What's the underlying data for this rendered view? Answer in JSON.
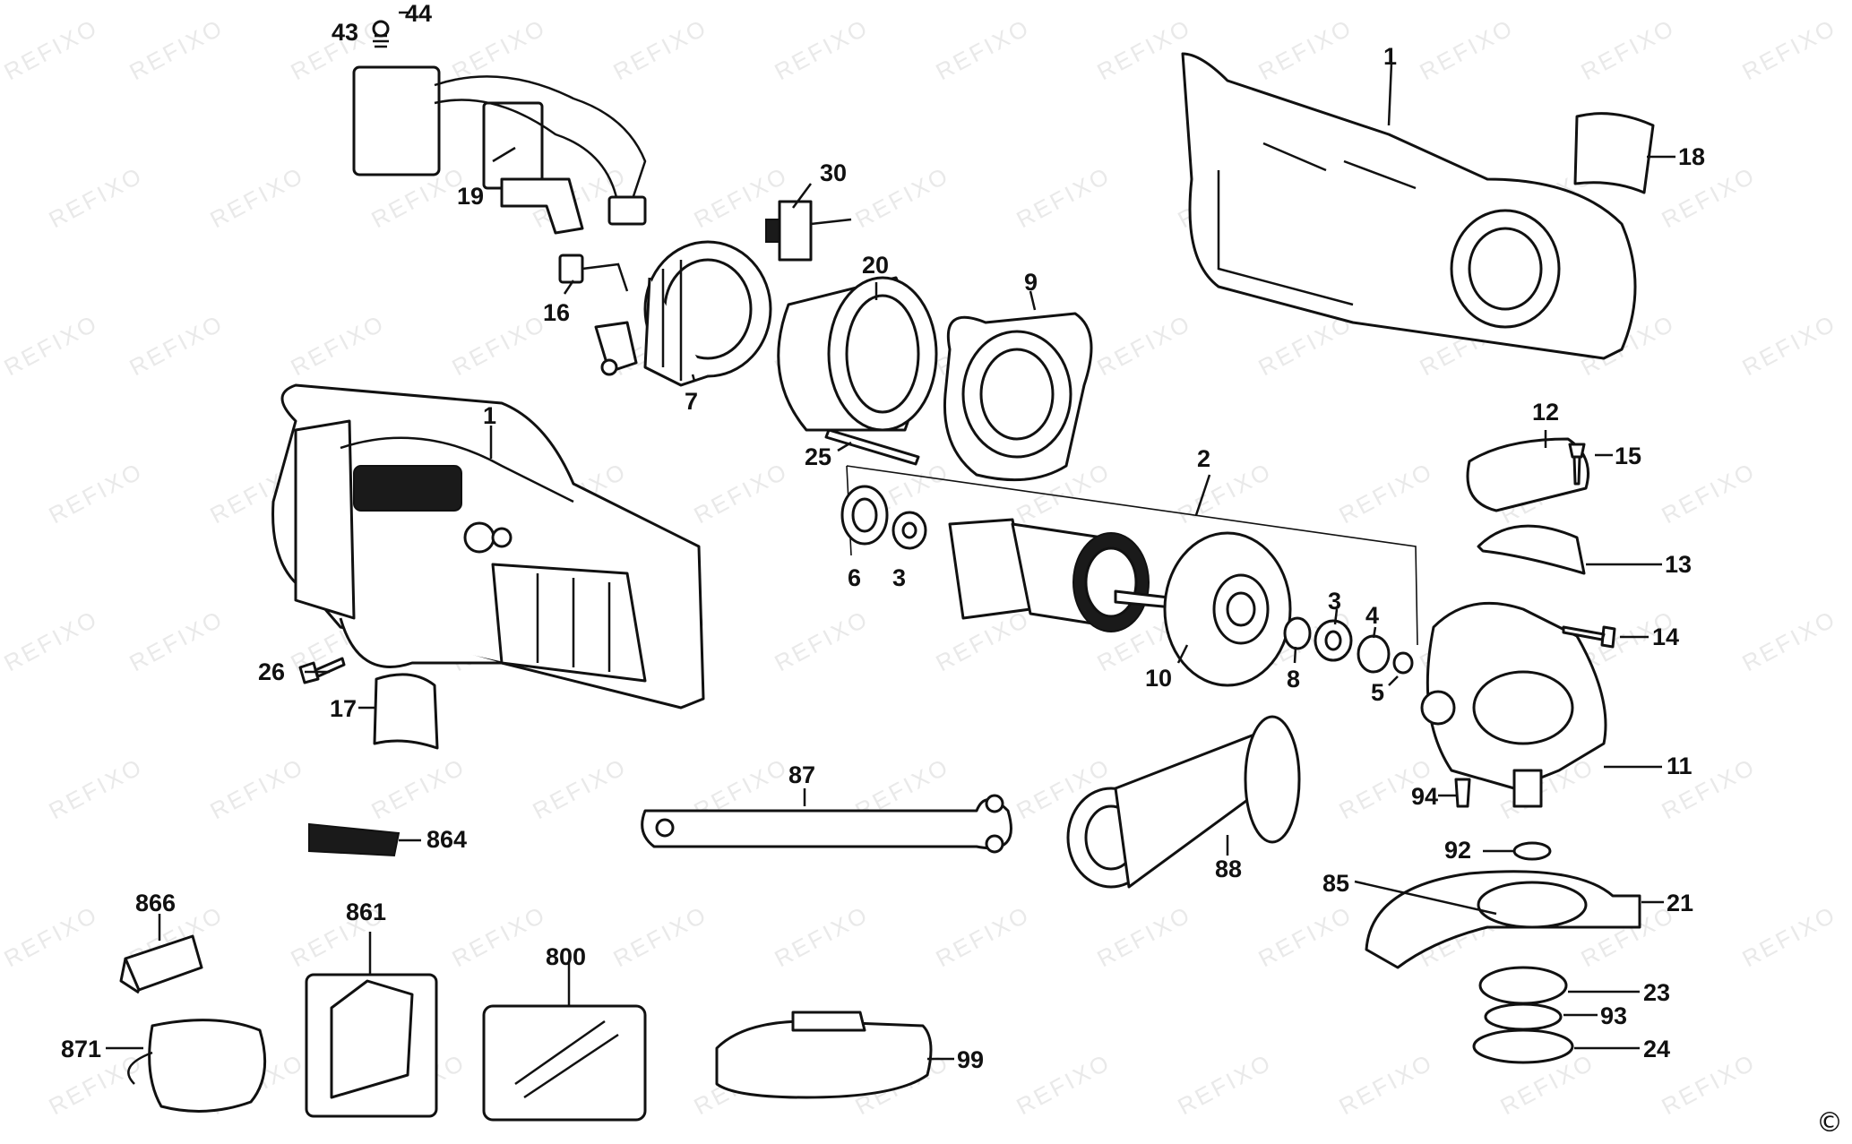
{
  "diagram": {
    "watermark": "REFIXO",
    "copyright": "©",
    "labels": [
      {
        "id": "44",
        "text": "44"
      },
      {
        "id": "43",
        "text": "43"
      },
      {
        "id": "19",
        "text": "19"
      },
      {
        "id": "30",
        "text": "30"
      },
      {
        "id": "20",
        "text": "20"
      },
      {
        "id": "9",
        "text": "9"
      },
      {
        "id": "16",
        "text": "16"
      },
      {
        "id": "7",
        "text": "7"
      },
      {
        "id": "1a",
        "text": "1"
      },
      {
        "id": "18",
        "text": "18"
      },
      {
        "id": "1b",
        "text": "1"
      },
      {
        "id": "25",
        "text": "25"
      },
      {
        "id": "2",
        "text": "2"
      },
      {
        "id": "12",
        "text": "12"
      },
      {
        "id": "15",
        "text": "15"
      },
      {
        "id": "6",
        "text": "6"
      },
      {
        "id": "3a",
        "text": "3"
      },
      {
        "id": "13",
        "text": "13"
      },
      {
        "id": "3b",
        "text": "3"
      },
      {
        "id": "4",
        "text": "4"
      },
      {
        "id": "14",
        "text": "14"
      },
      {
        "id": "26",
        "text": "26"
      },
      {
        "id": "10",
        "text": "10"
      },
      {
        "id": "8",
        "text": "8"
      },
      {
        "id": "5",
        "text": "5"
      },
      {
        "id": "17",
        "text": "17"
      },
      {
        "id": "11",
        "text": "11"
      },
      {
        "id": "87",
        "text": "87"
      },
      {
        "id": "94",
        "text": "94"
      },
      {
        "id": "864",
        "text": "864"
      },
      {
        "id": "92",
        "text": "92"
      },
      {
        "id": "88",
        "text": "88"
      },
      {
        "id": "85",
        "text": "85"
      },
      {
        "id": "21",
        "text": "21"
      },
      {
        "id": "866",
        "text": "866"
      },
      {
        "id": "861",
        "text": "861"
      },
      {
        "id": "800",
        "text": "800"
      },
      {
        "id": "23",
        "text": "23"
      },
      {
        "id": "93",
        "text": "93"
      },
      {
        "id": "871",
        "text": "871"
      },
      {
        "id": "99",
        "text": "99"
      },
      {
        "id": "24",
        "text": "24"
      }
    ]
  }
}
